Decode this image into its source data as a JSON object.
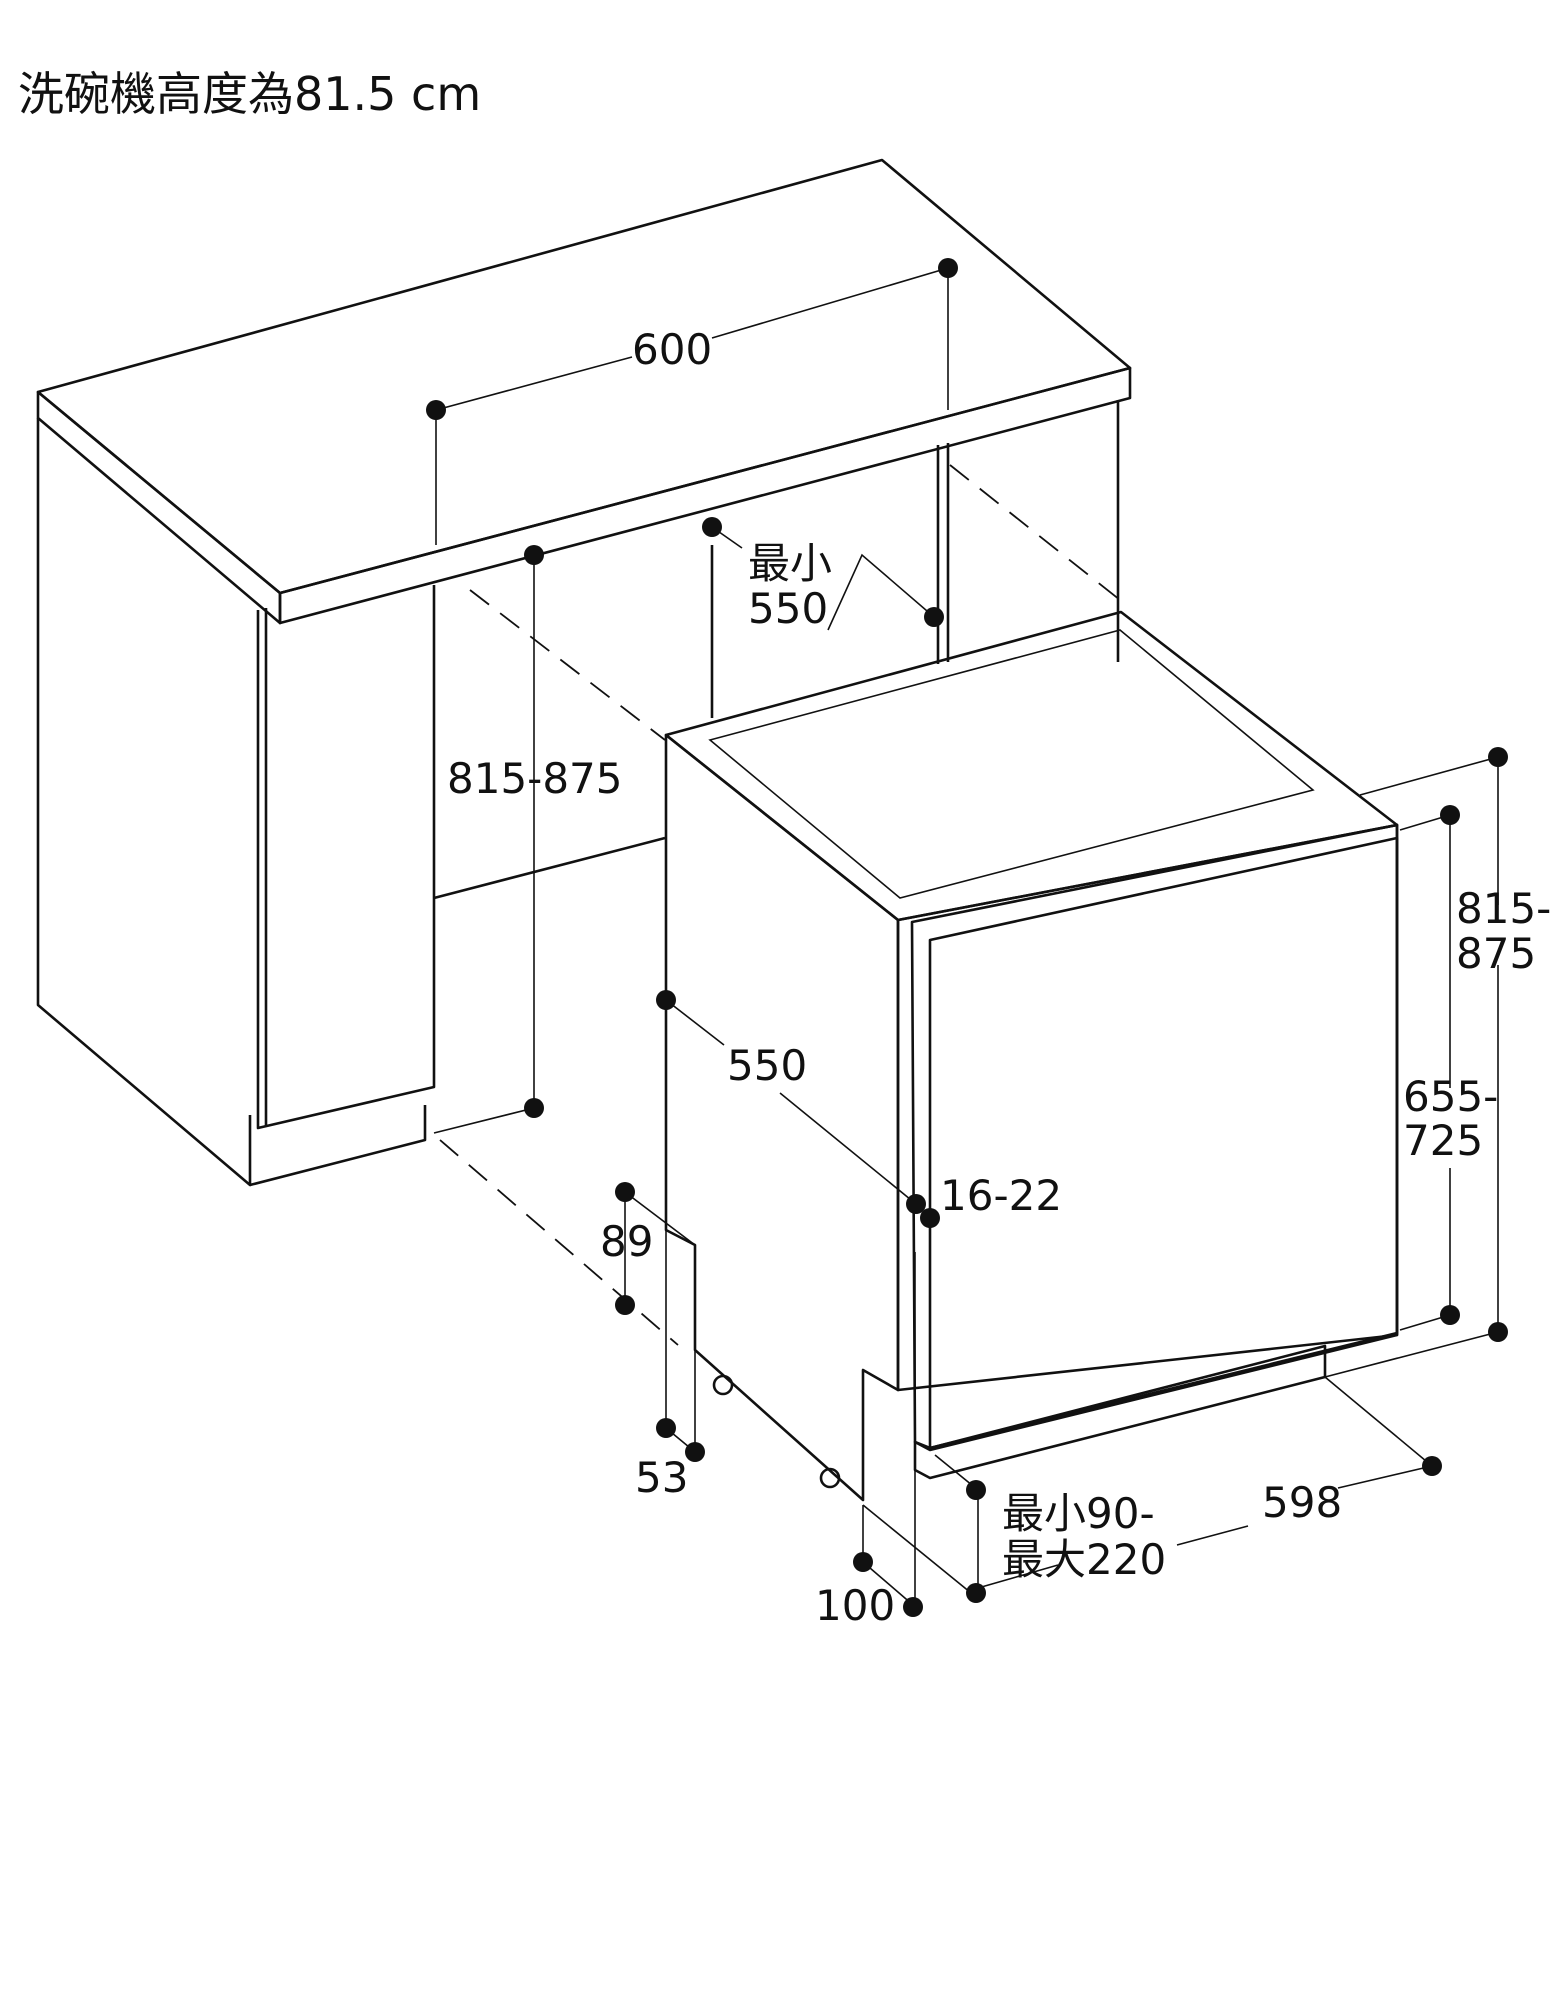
{
  "title": "洗碗機高度為81.5 cm",
  "dimensions": {
    "counter_width": "600",
    "niche_depth_label": "最小",
    "niche_depth": "550",
    "niche_height": "815-875",
    "appliance_depth": "550",
    "door_gap": "16-22",
    "toe_height": "89",
    "toe_depth": "53",
    "foot_offset": "100",
    "plinth_label_1": "最小90-",
    "plinth_label_2": "最大220",
    "appliance_width": "598",
    "total_height_1": "815-",
    "total_height_2": "875",
    "door_height_1": "655-",
    "door_height_2": "725"
  },
  "colors": {
    "line": "#111111",
    "appliance_side": "#f4f4f4",
    "background": "#ffffff"
  }
}
